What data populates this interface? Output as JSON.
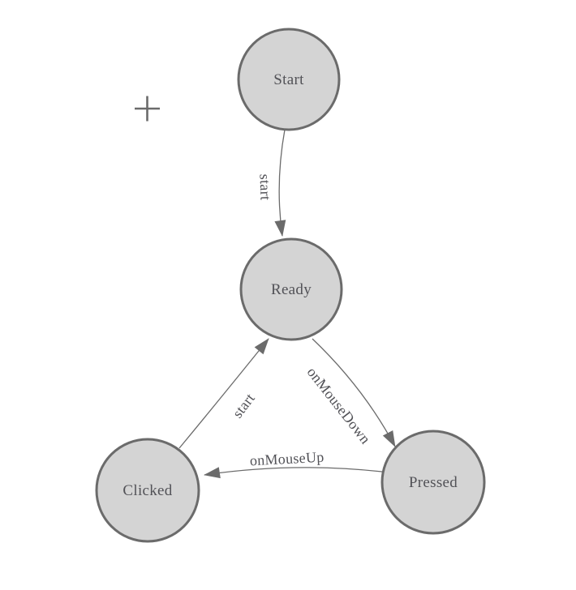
{
  "diagram": {
    "colors": {
      "node_fill": "#d4d4d4",
      "node_stroke": "#6b6b6b",
      "edge_stroke": "#6b6b6b",
      "label_text": "#525257"
    },
    "nodes": [
      {
        "id": "start",
        "label": "Start"
      },
      {
        "id": "ready",
        "label": "Ready"
      },
      {
        "id": "clicked",
        "label": "Clicked"
      },
      {
        "id": "pressed",
        "label": "Pressed"
      }
    ],
    "edges": [
      {
        "from": "start",
        "to": "ready",
        "label": "start"
      },
      {
        "from": "ready",
        "to": "pressed",
        "label": "onMouseDown"
      },
      {
        "from": "pressed",
        "to": "clicked",
        "label": "onMouseUp"
      },
      {
        "from": "clicked",
        "to": "ready",
        "label": "start"
      }
    ],
    "icons": {
      "crosshair": "+"
    }
  }
}
